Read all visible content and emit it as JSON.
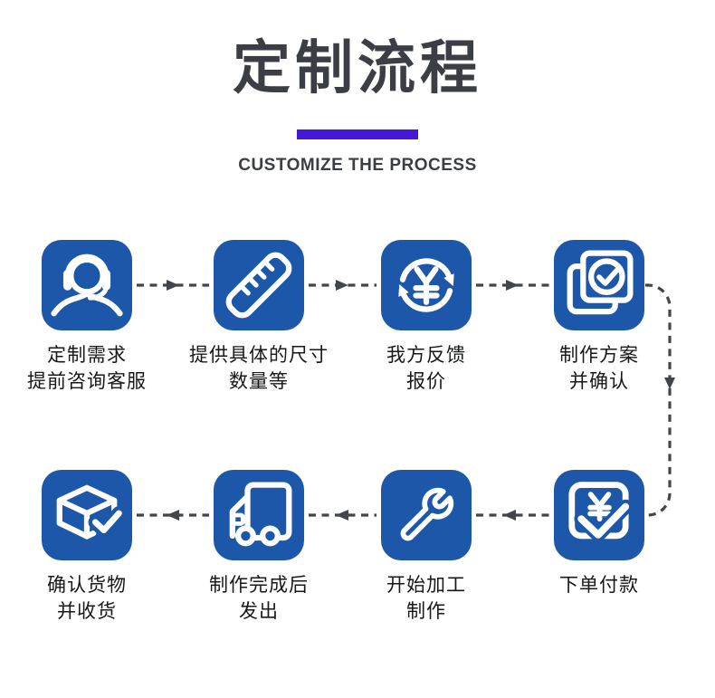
{
  "header": {
    "title": "定制流程",
    "subtitle": "CUSTOMIZE THE PROCESS"
  },
  "colors": {
    "accent": "#4517d6",
    "tile": "#1d57a9",
    "ink": "#3b3e44",
    "label": "#17181a",
    "arrow": "#42464b",
    "bg": "#ffffff"
  },
  "steps": [
    {
      "icon": "customer-service-icon",
      "line1": "定制需求",
      "line2": "提前咨询客服"
    },
    {
      "icon": "ruler-icon",
      "line1": "提供具体的尺寸",
      "line2": "数量等"
    },
    {
      "icon": "price-feedback-icon",
      "line1": "我方反馈",
      "line2": "报价"
    },
    {
      "icon": "plan-confirmation-icon",
      "line1": "制作方案",
      "line2": "并确认"
    },
    {
      "icon": "order-payment-icon",
      "line1": "下单付款",
      "line2": ""
    },
    {
      "icon": "manufacturing-icon",
      "line1": "开始加工",
      "line2": "制作"
    },
    {
      "icon": "shipping-icon",
      "line1": "制作完成后",
      "line2": "发出"
    },
    {
      "icon": "receiving-icon",
      "line1": "确认货物",
      "line2": "并收货"
    }
  ]
}
